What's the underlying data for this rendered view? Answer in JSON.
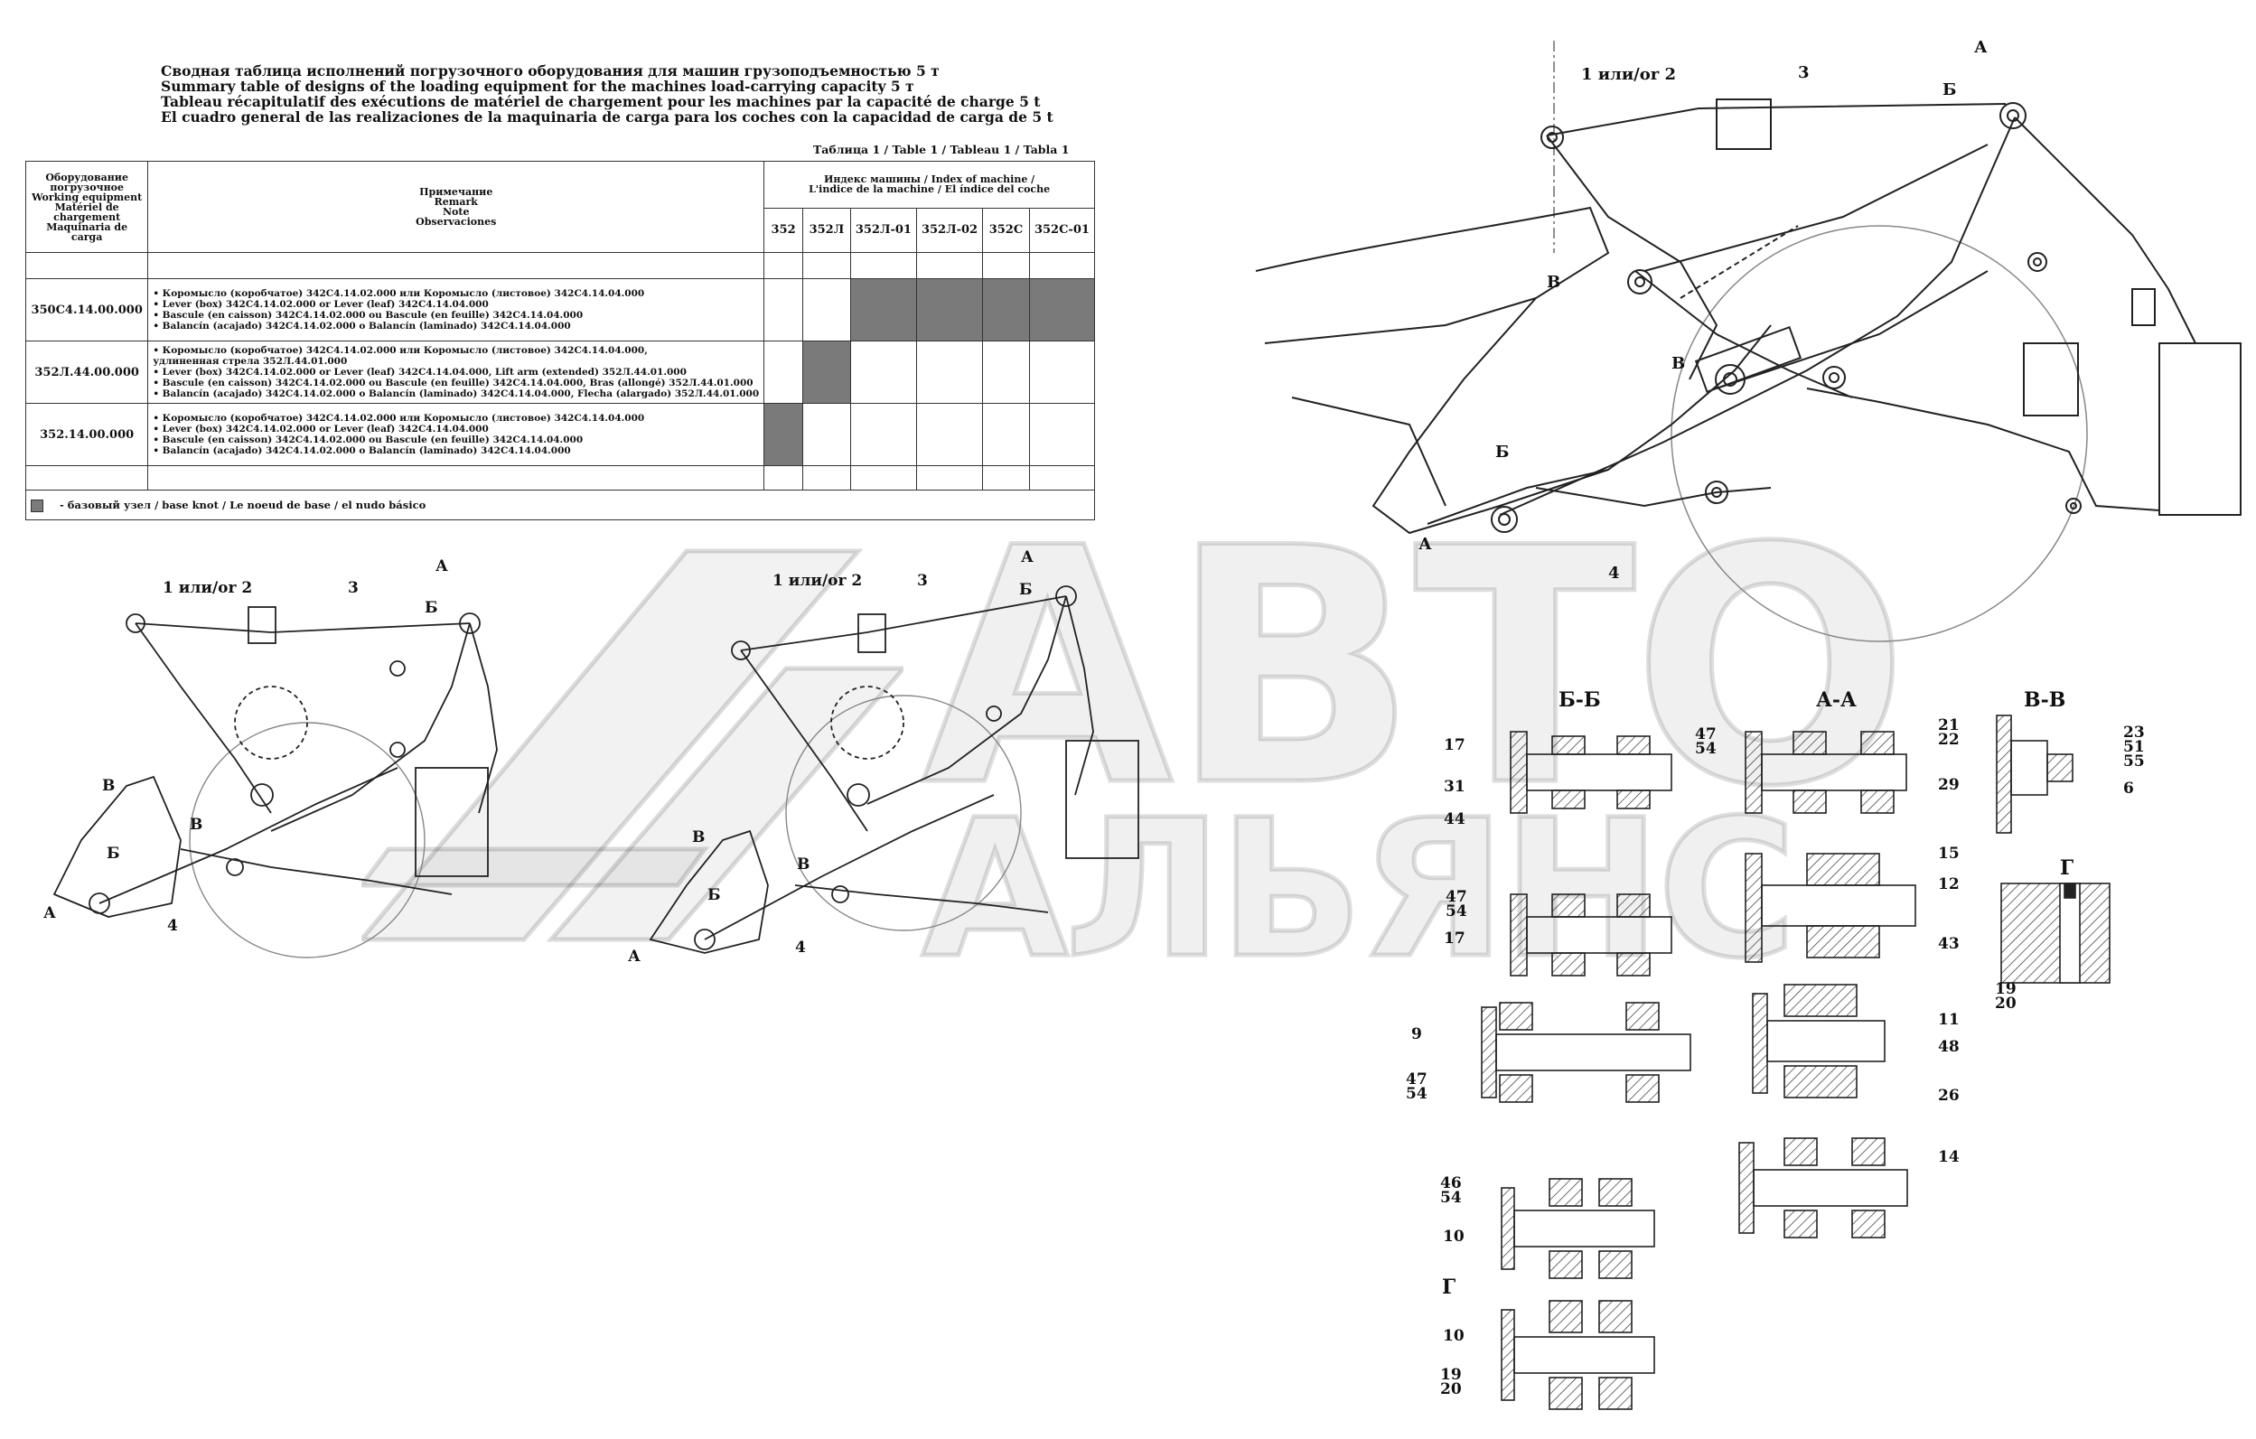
{
  "title_lines": [
    "Сводная таблица исполнений погрузочного оборудования для машин грузоподъемностью 5 т",
    "Summary table of designs of the loading equipment for the machines load-carrying capacity 5 т",
    "Tableau récapitulatif des exécutions de matériel de chargement pour les machines par la capacité de charge 5 t",
    "El cuadro general de las realizaciones de la maquinaria de carga para los coches con la capacidad de carga de 5 t"
  ],
  "table_caption": "Таблица 1 / Table 1 / Tableau 1 / Tabla 1",
  "table": {
    "header_equipment": [
      "Оборудование",
      "погрузочное",
      "Working equipment",
      "Matériel de chargement",
      "Maquinaria de carga"
    ],
    "header_remark": [
      "Примечание",
      "Remark",
      "Note",
      "Observaciones"
    ],
    "header_index": [
      "Индекс машины / Index of machine /",
      "L'indice de la machine / El índice del coche"
    ],
    "machines": [
      "352",
      "352Л",
      "352Л-01",
      "352Л-02",
      "352С",
      "352С-01"
    ],
    "rows": [
      {
        "code": "350С4.14.00.000",
        "remarks": [
          "•  Коромысло (коробчатое) 342С4.14.02.000 или  Коромысло (листовое) 342С4.14.04.000",
          "•  Lever (box) 342С4.14.02.000 or  Lever (leaf) 342С4.14.04.000",
          "•  Bascule (en caisson) 342С4.14.02.000 ou  Bascule (en feuille) 342С4.14.04.000",
          "•  Balancín (acajado) 342С4.14.02.000 o  Balancín (laminado) 342С4.14.04.000"
        ],
        "base": [
          false,
          false,
          true,
          true,
          true,
          true
        ]
      },
      {
        "code": "352Л.44.00.000",
        "remarks": [
          "•  Коромысло (коробчатое) 342С4.14.02.000 или Коромысло (листовое) 342С4.14.04.000,",
          "    удлиненная стрела 352Л.44.01.000",
          "•  Lever (box) 342С4.14.02.000 or  Lever (leaf) 342С4.14.04.000, Lift arm (extended) 352Л.44.01.000",
          "•  Bascule (en caisson) 342С4.14.02.000 ou  Bascule (en feuille) 342С4.14.04.000, Bras (allongé) 352Л.44.01.000",
          "•  Balancín (acajado) 342С4.14.02.000 o Balancín (laminado) 342С4.14.04.000, Flecha (alargado) 352Л.44.01.000"
        ],
        "base": [
          false,
          true,
          false,
          false,
          false,
          false
        ]
      },
      {
        "code": "352.14.00.000",
        "remarks": [
          "•  Коромысло (коробчатое) 342С4.14.02.000 или  Коромысло (листовое) 342С4.14.04.000",
          "•  Lever (box) 342С4.14.02.000 or  Lever (leaf) 342С4.14.04.000",
          "•  Bascule (en caisson) 342С4.14.02.000 ou  Bascule (en feuille) 342С4.14.04.000",
          "•  Balancín (acajado) 342С4.14.02.000 o  Balancín (laminado) 342С4.14.04.000"
        ],
        "base": [
          true,
          false,
          false,
          false,
          false,
          false
        ]
      }
    ],
    "legend": "-  базовый узел / base knot / Le noeud de base / el nudo básico"
  },
  "views": {
    "top_right": {
      "note": "1 или/or 2",
      "num_3": "3",
      "num_4": "4",
      "sec_a": "А",
      "sec_b": "Б",
      "sec_v": "В"
    },
    "left": {
      "note": "1 или/or 2",
      "num_3": "3",
      "num_4": "4",
      "sec_a": "А",
      "sec_b": "Б",
      "sec_v": "В"
    },
    "middle": {
      "note": "1 или/or 2",
      "num_3": "3",
      "num_4": "4",
      "sec_a": "А",
      "sec_b": "Б",
      "sec_v": "В"
    }
  },
  "sections": {
    "bb": {
      "title": "Б-Б",
      "labels": [
        "17",
        "31",
        "44",
        "47",
        "54",
        "17"
      ]
    },
    "aa": {
      "title": "А-А",
      "labels": [
        "21",
        "22",
        "47",
        "54",
        "29",
        "15",
        "12",
        "43"
      ]
    },
    "vv": {
      "title": "В-В",
      "labels": [
        "23",
        "51",
        "55",
        "6"
      ]
    },
    "g": {
      "title": "Г",
      "labels": [
        "19",
        "20"
      ]
    },
    "pin9": {
      "labels": [
        "9",
        "47",
        "54"
      ]
    },
    "pin11": {
      "labels": [
        "11",
        "48",
        "26"
      ]
    },
    "pin14": {
      "labels": [
        "14"
      ]
    },
    "pin10a": {
      "labels": [
        "46",
        "54",
        "10"
      ]
    },
    "pin10b": {
      "title": "Г",
      "labels": [
        "10",
        "19",
        "20"
      ]
    }
  },
  "watermark": {
    "line1": "АВТО",
    "line2": "АЛЬЯНС"
  }
}
